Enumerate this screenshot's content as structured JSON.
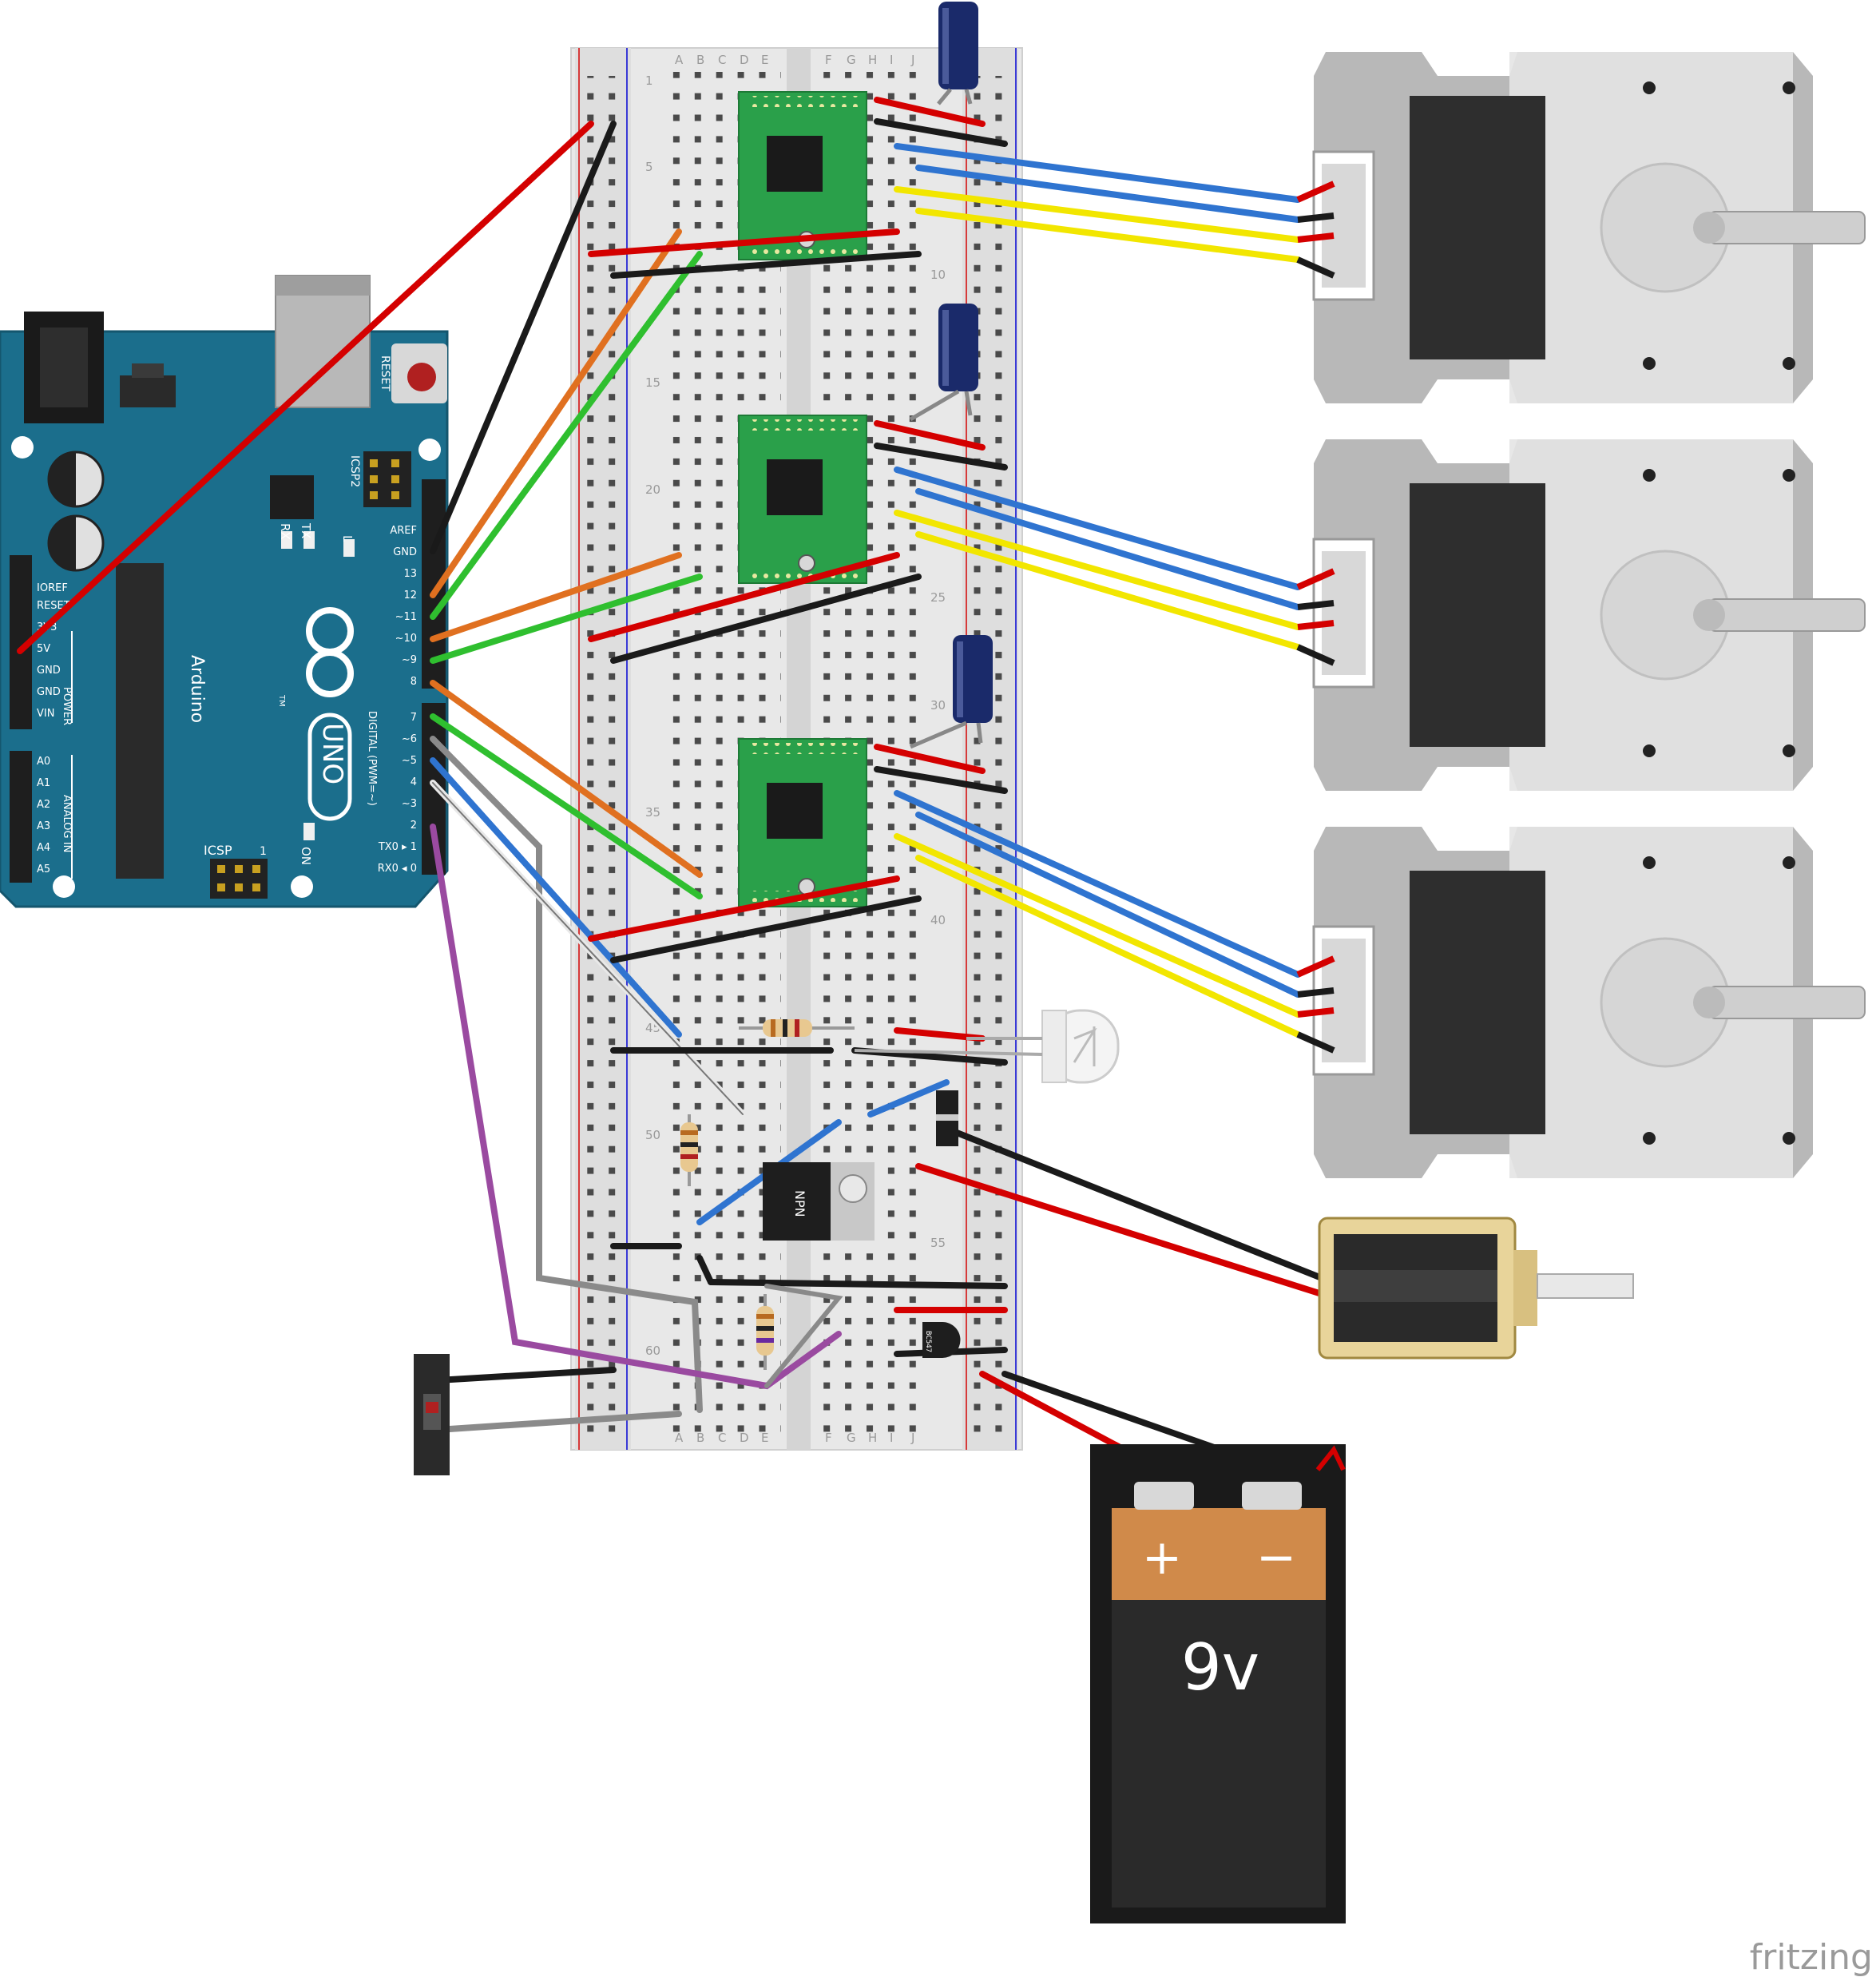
{
  "arduino": {
    "brand": "Arduino",
    "tm": "TM",
    "model": "UNO",
    "reset": "RESET",
    "icsp2": "ICSP2",
    "icsp": "ICSP",
    "icsp_pin": "1",
    "on": "ON",
    "tx": "TX",
    "rx": "RX",
    "l": "L",
    "digital_label": "DIGITAL (PWM=~)",
    "power_label": "POWER",
    "analog_label": "ANALOG IN",
    "power_pins": [
      "IOREF",
      "RESET",
      "3V3",
      "5V",
      "GND",
      "GND",
      "VIN"
    ],
    "analog_pins": [
      "A0",
      "A1",
      "A2",
      "A3",
      "A4",
      "A5"
    ],
    "top_header_pins": [
      "AREF",
      "GND",
      "13",
      "12",
      "~11",
      "~10",
      "~9",
      "8"
    ],
    "bottom_header_pins": [
      "7",
      "~6",
      "~5",
      "4",
      "~3",
      "2",
      "TX0 ▸ 1",
      "RX0 ◂ 0"
    ]
  },
  "breadboard": {
    "columns_left": [
      "A",
      "B",
      "C",
      "D",
      "E"
    ],
    "columns_right": [
      "F",
      "G",
      "H",
      "I",
      "J"
    ],
    "row_numbers": [
      "1",
      "5",
      "10",
      "15",
      "20",
      "25",
      "30",
      "35",
      "40",
      "45",
      "50",
      "55",
      "60"
    ]
  },
  "transistor": {
    "label": "NPN"
  },
  "small_transistor": {
    "label": "BC547"
  },
  "battery": {
    "voltage": "9v",
    "plus": "+",
    "minus": "−"
  },
  "watermark": "fritzing",
  "colors": {
    "arduino_blue": "#1b6e8c",
    "breadboard": "#e6e6e6",
    "driver_green": "#2aa04a",
    "wire_red": "#d40000",
    "wire_black": "#1a1a1a",
    "wire_blue": "#2f74d0",
    "wire_yellow": "#f2e600",
    "wire_green": "#2fbf2f",
    "wire_orange": "#e07020",
    "wire_purple": "#9a4aa0",
    "wire_gray": "#8a8a8a",
    "battery_copper": "#d08a4a"
  }
}
